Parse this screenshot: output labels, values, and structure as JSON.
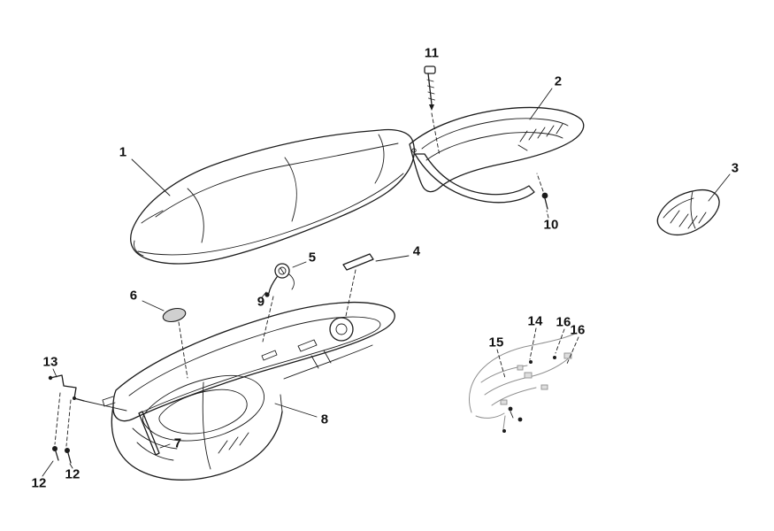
{
  "colors": {
    "ink": "#1c1c1c",
    "muted": "#8f8f8f",
    "grommet": "#d0d0d0"
  },
  "diagram": {
    "labels": [
      {
        "part": "1",
        "text": "1"
      },
      {
        "part": "2",
        "text": "2"
      },
      {
        "part": "3",
        "text": "3"
      },
      {
        "part": "4",
        "text": "4"
      },
      {
        "part": "5",
        "text": "5"
      },
      {
        "part": "6",
        "text": "6"
      },
      {
        "part": "7",
        "text": "7"
      },
      {
        "part": "8",
        "text": "8"
      },
      {
        "part": "9",
        "text": "9"
      },
      {
        "part": "10",
        "text": "10"
      },
      {
        "part": "11",
        "text": "11"
      },
      {
        "part": "12",
        "text": "12"
      },
      {
        "part": "12",
        "text": "12"
      },
      {
        "part": "13",
        "text": "13"
      },
      {
        "part": "14",
        "text": "14"
      },
      {
        "part": "15",
        "text": "15"
      },
      {
        "part": "16",
        "text": "16"
      },
      {
        "part": "16",
        "text": "16"
      }
    ]
  }
}
